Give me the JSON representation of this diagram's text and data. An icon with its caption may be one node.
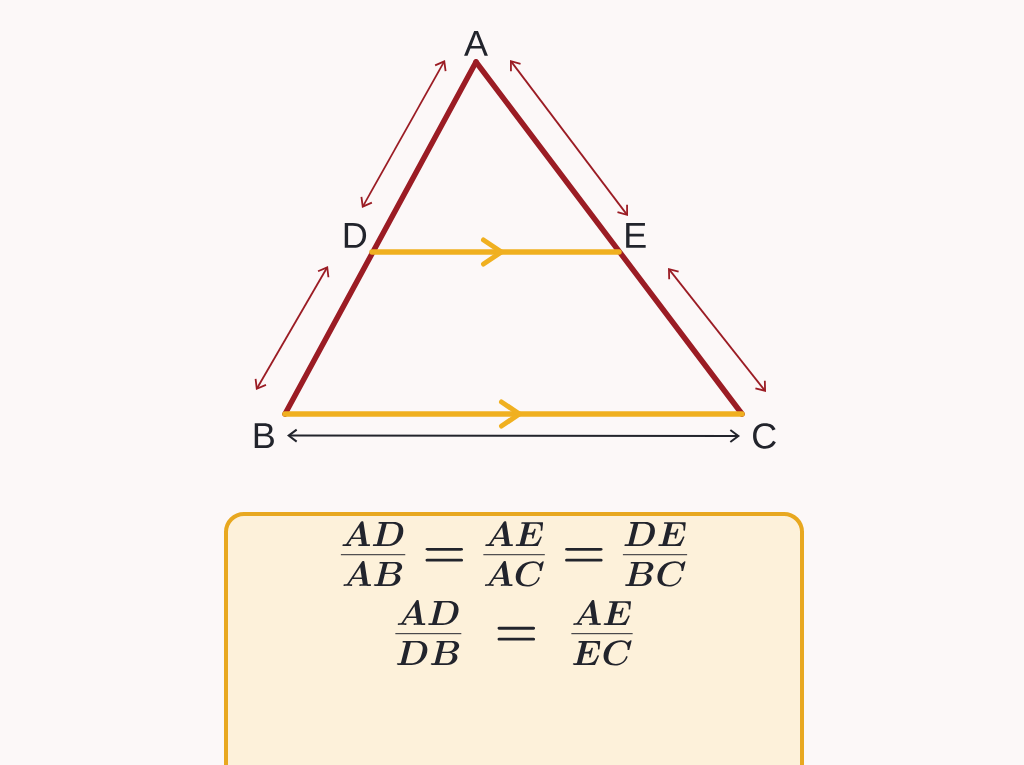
{
  "diagram": {
    "nodes": [
      {
        "text": [
          "A"
        ]
      },
      {
        "text": [
          "B"
        ]
      },
      {
        "text": [
          "C"
        ]
      },
      {
        "text": [
          "D"
        ]
      },
      {
        "text": [
          "E"
        ]
      },
      {
        "text": [
          "\\frac{AD}{AB} = \\frac{AE}{AC} = \\frac{DE}{BC}",
          "\\frac{AD}{DB} \\;=\\; \\frac{AE}{EC}"
        ]
      }
    ],
    "edges": [
      {
        "from": 0,
        "to": 1,
        "arrow": "none",
        "color": "#9b1c24"
      },
      {
        "from": 0,
        "to": 2,
        "arrow": "none",
        "color": "#9b1c24"
      },
      {
        "from": 3,
        "to": 4,
        "arrow": "to",
        "color": "#f0b020"
      },
      {
        "from": 1,
        "to": 2,
        "arrow": "to",
        "color": "#f0b020"
      },
      {
        "from": 1,
        "to": 2,
        "arrow": "both",
        "color": "#22242c"
      }
    ]
  }
}
